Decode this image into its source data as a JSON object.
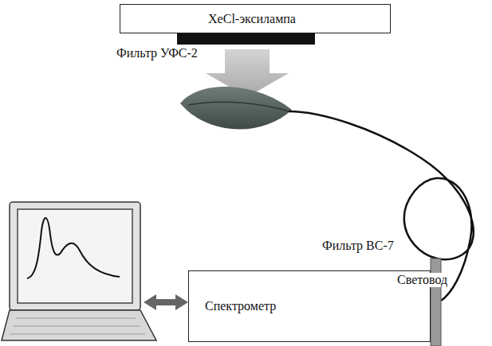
{
  "diagram": {
    "nodes": [
      {
        "text": [
          "XeCl-эксилампа"
        ]
      },
      {
        "text": [
          "Спектрометр"
        ]
      }
    ],
    "labels": [
      "Фильтр УФС-2",
      "Фильтр ВС-7",
      "Световод"
    ]
  }
}
